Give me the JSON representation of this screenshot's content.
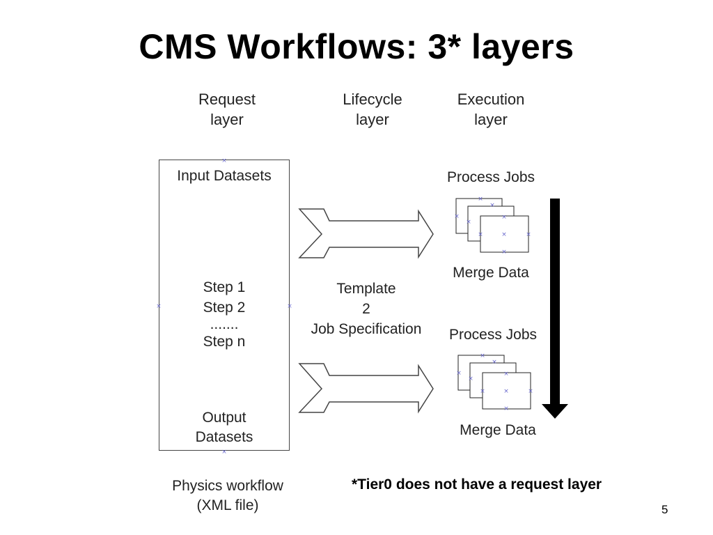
{
  "title": "CMS Workflows: 3* layers",
  "columns": {
    "request": [
      "Request",
      "layer"
    ],
    "lifecycle": [
      "Lifecycle",
      "layer"
    ],
    "execution": [
      "Execution",
      "layer"
    ]
  },
  "workflow_box": {
    "input": "Input Datasets",
    "steps": [
      "Step 1",
      "Step 2",
      ".......",
      "Step n"
    ],
    "output": [
      "Output",
      "Datasets"
    ]
  },
  "workflow_caption": [
    "Physics workflow",
    "(XML file)"
  ],
  "template_label": [
    "Template",
    "2",
    "Job Specification"
  ],
  "execution_groups": [
    {
      "process": "Process Jobs",
      "merge": "Merge Data"
    },
    {
      "process": "Process Jobs",
      "merge": "Merge Data"
    }
  ],
  "footnote": "*Tier0 does not have a request layer",
  "page_number": "5",
  "colors": {
    "arrow_fill": "#ffffff",
    "arrow_stroke": "#444444",
    "down_arrow": "#000000",
    "marker": "#6666cc"
  }
}
